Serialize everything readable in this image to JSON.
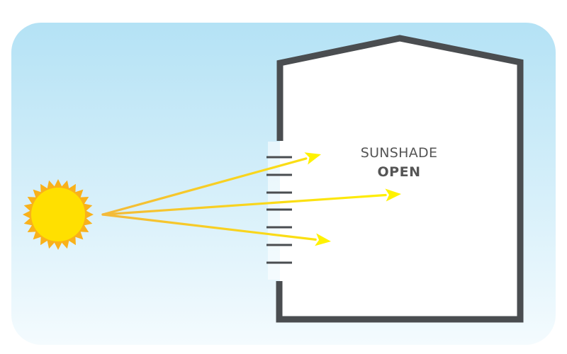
{
  "diagram": {
    "label_line1": "SUNSHADE",
    "label_line2": "OPEN",
    "state": "open",
    "colors": {
      "sky_top": "#b4e2f5",
      "sky_bottom": "#f4fbfe",
      "wall": "#4a4d50",
      "sun_core": "#ffe000",
      "sun_rays": "#f9b11a",
      "beam_start": "#f3b93a",
      "beam_end": "#fff200"
    },
    "icons": {
      "sun": "sun-icon",
      "building": "building-outline",
      "shade_slats": "sunshade-louvers",
      "beams": "light-ray-arrows"
    }
  }
}
